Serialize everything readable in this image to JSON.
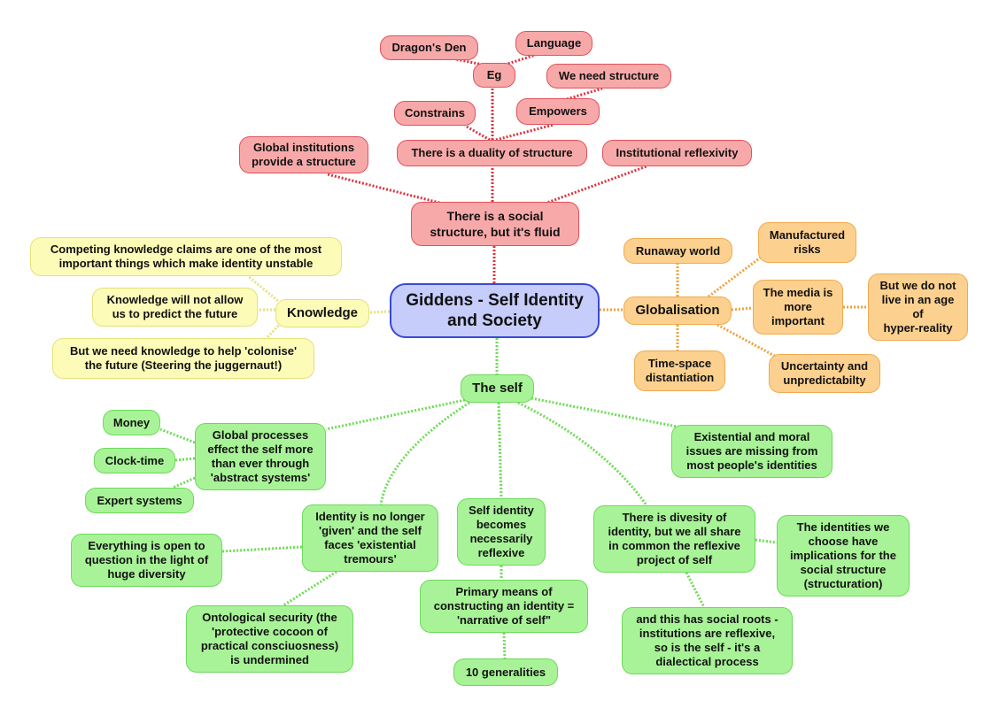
{
  "diagram": {
    "central": "Giddens - Self Identity\nand Society",
    "social_structure": {
      "label": "There is a social\nstructure, but it's fluid",
      "global_institutions": "Global institutions\nprovide a structure",
      "duality": "There is a duality of structure",
      "institutional_reflexivity": "Institutional reflexivity",
      "constrains": "Constrains",
      "empowers": "Empowers",
      "eg": "Eg",
      "dragons_den": "Dragon's Den",
      "language": "Language",
      "we_need_structure": "We need structure"
    },
    "knowledge": {
      "label": "Knowledge",
      "competing": "Competing knowledge claims are one of the most\nimportant things which make identity unstable",
      "not_predict": "Knowledge will not allow\nus to predict the future",
      "colonise": "But we need knowledge to help 'colonise'\nthe future (Steering the juggernaut!)"
    },
    "globalisation": {
      "label": "Globalisation",
      "runaway": "Runaway world",
      "manufactured": "Manufactured\nrisks",
      "media": "The media is\nmore\nimportant",
      "hyper_reality": "But we do not\nlive in an age\nof\nhyper-reality",
      "time_space": "Time-space\ndistantiation",
      "uncertainty": "Uncertainty and\nunpredictabilty"
    },
    "self": {
      "label": "The self",
      "global_processes": "Global processes\neffect the self more\nthan ever through\n'abstract systems'",
      "money": "Money",
      "clock_time": "Clock-time",
      "expert_systems": "Expert systems",
      "existential": "Existential and moral\nissues are missing from\nmost people's identities",
      "not_given": "Identity is no longer\n'given' and the self\nfaces 'existential\ntremours'",
      "open_question": "Everything is open to\nquestion in the light of\nhuge diversity",
      "ontological": "Ontological security (the\n'protective cocoon of\npractical consciuosness)\nis undermined",
      "reflexive": "Self identity\nbecomes\nnecessarily\nreflexive",
      "narrative": "Primary means of\nconstructing an identity =\n'narrative of self\"",
      "generalities": "10 generalities",
      "diversity": "There is divesity of\nidentity, but we all share\nin common the reflexive\nproject of self",
      "implications": "The identities we\nchoose have\nimplications for the\nsocial structure\n(structuration)",
      "social_roots": "and this has social roots -\ninstitutions are reflexive,\nso is the self - it's a\ndialectical process"
    }
  },
  "colors": {
    "red_line": "#d9343e",
    "orange_line": "#eea23a",
    "yellow_line": "#e6e27a",
    "green_line": "#6ddc55",
    "central_border": "#3849d6"
  }
}
